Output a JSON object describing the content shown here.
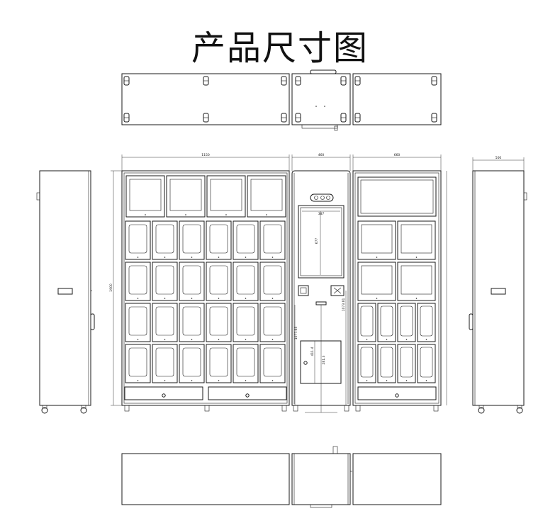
{
  "title": "产品尺寸图",
  "dimensions": {
    "left_cabinet_width": "1150",
    "center_width": "460",
    "right_cabinet_width": "660",
    "side_depth": "500",
    "height": "1900",
    "screen_width": "387",
    "screen_height": "677",
    "pickup_height": "1077.65",
    "lower_height_1": "411.4",
    "lower_height_2": "281.3",
    "center_height": "1073.81"
  },
  "colors": {
    "line": "#1a1a1a",
    "background": "#ffffff"
  }
}
